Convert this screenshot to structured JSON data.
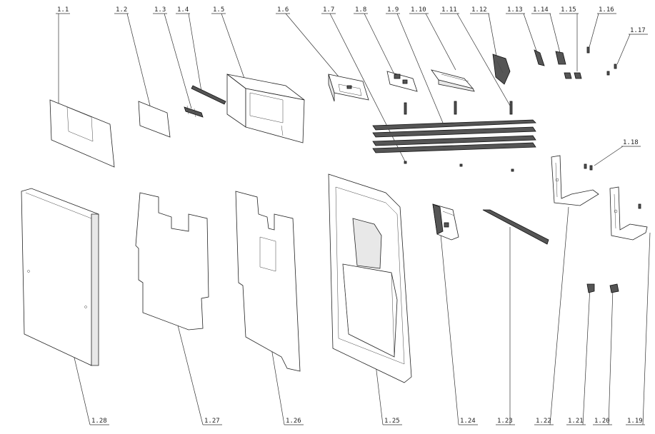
{
  "labels": {
    "l1_1": "1.1",
    "l1_2": "1.2",
    "l1_3": "1.3",
    "l1_4": "1.4",
    "l1_5": "1.5",
    "l1_6": "1.6",
    "l1_7": "1.7",
    "l1_8": "1.8",
    "l1_9": "1.9",
    "l1_10": "1.10",
    "l1_11": "1.11",
    "l1_12": "1.12",
    "l1_13": "1.13",
    "l1_14": "1.14",
    "l1_15": "1.15",
    "l1_16": "1.16",
    "l1_17": "1.17",
    "l1_18": "1.18",
    "l1_19": "1.19",
    "l1_20": "1.20",
    "l1_21": "1.21",
    "l1_22": "1.22",
    "l1_23": "1.23",
    "l1_24": "1.24",
    "l1_25": "1.25",
    "l1_26": "1.26",
    "l1_27": "1.27",
    "l1_28": "1.28"
  }
}
